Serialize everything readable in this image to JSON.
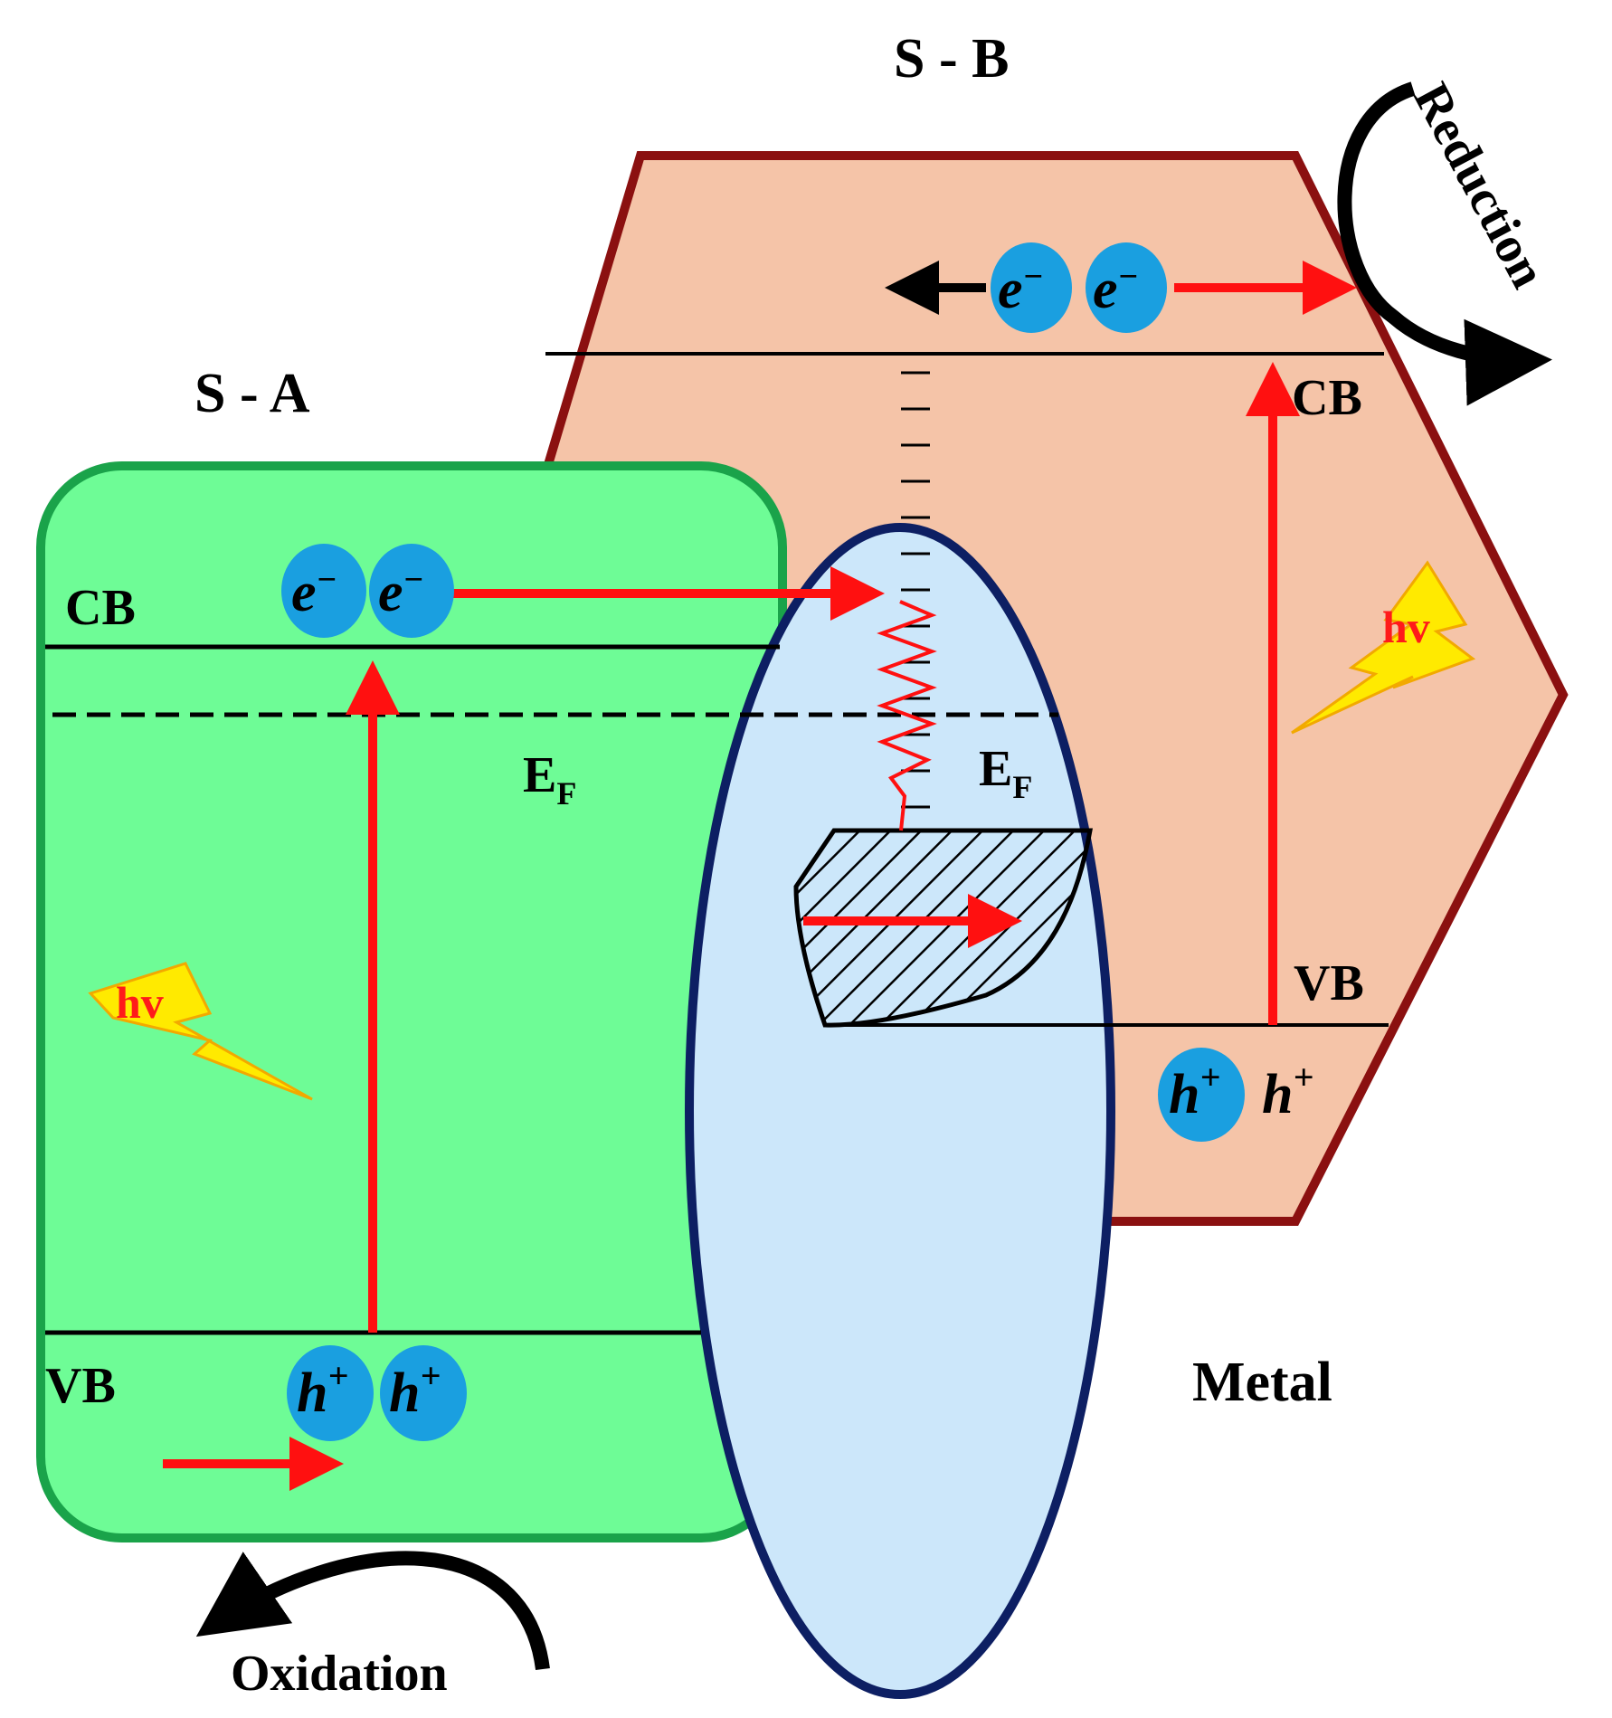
{
  "title_sb": "S - B",
  "title_sa": "S - A",
  "metal_label": "Metal",
  "reduction_label": "Reduction",
  "oxidation_label": "Oxidation",
  "sa": {
    "cb_label": "CB",
    "vb_label": "VB",
    "ef_main": "E",
    "ef_sub": "F",
    "hv": "hv"
  },
  "sb": {
    "cb_label": "CB",
    "vb_label": "VB",
    "hv": "hv"
  },
  "metal": {
    "ef_main": "E",
    "ef_sub": "F"
  },
  "electron": {
    "main": "e",
    "sup": "−"
  },
  "hole": {
    "main": "h",
    "sup": "+"
  },
  "colors": {
    "sa_fill": "#6efc96",
    "sa_stroke": "#1aa34a",
    "sb_fill": "#f5c4a8",
    "sb_stroke": "#8b1010",
    "metal_fill": "#cce7fa",
    "metal_stroke": "#0d1f63",
    "carrier": "#1a9fe0",
    "arrow_red": "#ff1010"
  }
}
